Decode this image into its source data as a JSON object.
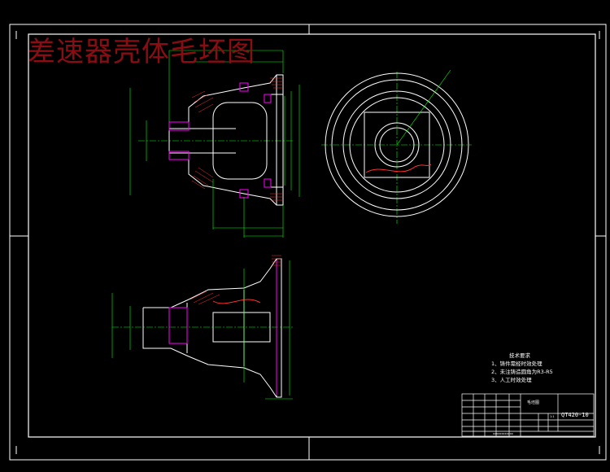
{
  "drawing": {
    "title": "差速器壳体毛坯图",
    "tech_requirements": {
      "heading": "技术要求",
      "items": [
        "1、铸件需经时效处理",
        "2、未注铸造圆角为R3-R5",
        "3、人工时效处理"
      ]
    },
    "title_block": {
      "part_name": "毛坯图",
      "material": "QT420-10",
      "scale": "1:1",
      "school": "xxxxxxxxxxxx"
    }
  },
  "colors": {
    "background": "#000000",
    "outline": "#ffffff",
    "dimension": "#00ff00",
    "section": "#ff00ff",
    "hatch": "#ff3030",
    "title": "#8b0d14"
  }
}
